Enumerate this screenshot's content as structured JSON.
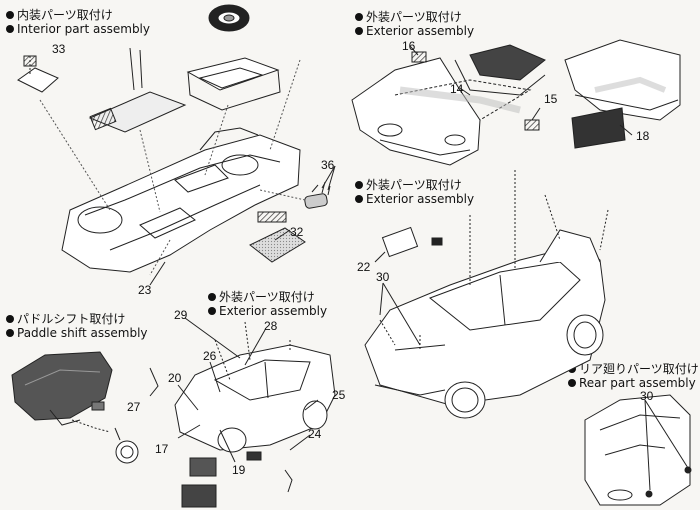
{
  "sections": {
    "interior": {
      "jp": "内装パーツ取付け",
      "en": "Interior part assembly"
    },
    "exterior_top": {
      "jp": "外装パーツ取付け",
      "en": "Exterior assembly"
    },
    "exterior_mid": {
      "jp": "外装パーツ取付け",
      "en": "Exterior assembly"
    },
    "paddle": {
      "jp": "パドルシフト取付け",
      "en": "Paddle shift assembly"
    },
    "exterior_center": {
      "jp": "外装パーツ取付け",
      "en": "Exterior assembly"
    },
    "rear": {
      "jp": "リア廻りパーツ取付け",
      "en": "Rear part assembly"
    }
  },
  "part_numbers": {
    "p33": "33",
    "p36": "36",
    "p32": "32",
    "p23": "23",
    "p16": "16",
    "p14": "14",
    "p15": "15",
    "p18": "18",
    "p22": "22",
    "p30a": "30",
    "p30b": "30",
    "p29": "29",
    "p28": "28",
    "p26": "26",
    "p20": "20",
    "p27": "27",
    "p25": "25",
    "p17": "17",
    "p19": "19",
    "p24": "24"
  }
}
